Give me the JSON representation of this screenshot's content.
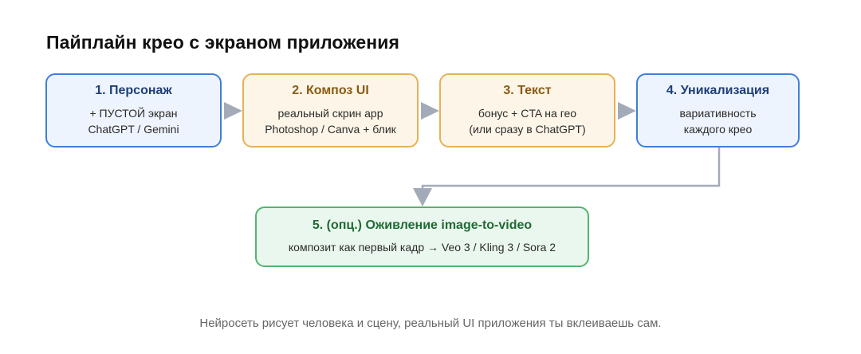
{
  "title": "Пайплайн крео с экраном приложения",
  "nodes": [
    {
      "heading": "1. Персонаж",
      "line1": "+ ПУСТОЙ экран",
      "line2": "ChatGPT / Gemini"
    },
    {
      "heading": "2. Композ UI",
      "line1": "реальный скрин app",
      "line2": "Photoshop / Canva + блик"
    },
    {
      "heading": "3. Текст",
      "line1": "бонус + CTA на гео",
      "line2": "(или сразу в ChatGPT)"
    },
    {
      "heading": "4. Уникализация",
      "line1": "вариативность",
      "line2": "каждого крео"
    },
    {
      "heading": "5. (опц.) Оживление image-to-video",
      "line1": "композит как первый кадр → Veo 3 / Kling 3 / Sora 2"
    }
  ],
  "footer": "Нейросеть рисует человека и сцену, реальный UI приложения ты вклеиваешь сам.",
  "colors": {
    "blue_border": "#3f7fd9",
    "blue_fill": "#eef4fd",
    "orange_border": "#e7b155",
    "orange_fill": "#fdf6e8",
    "green_border": "#52b46e",
    "green_fill": "#eaf7ee",
    "arrow": "#a3abb8"
  }
}
